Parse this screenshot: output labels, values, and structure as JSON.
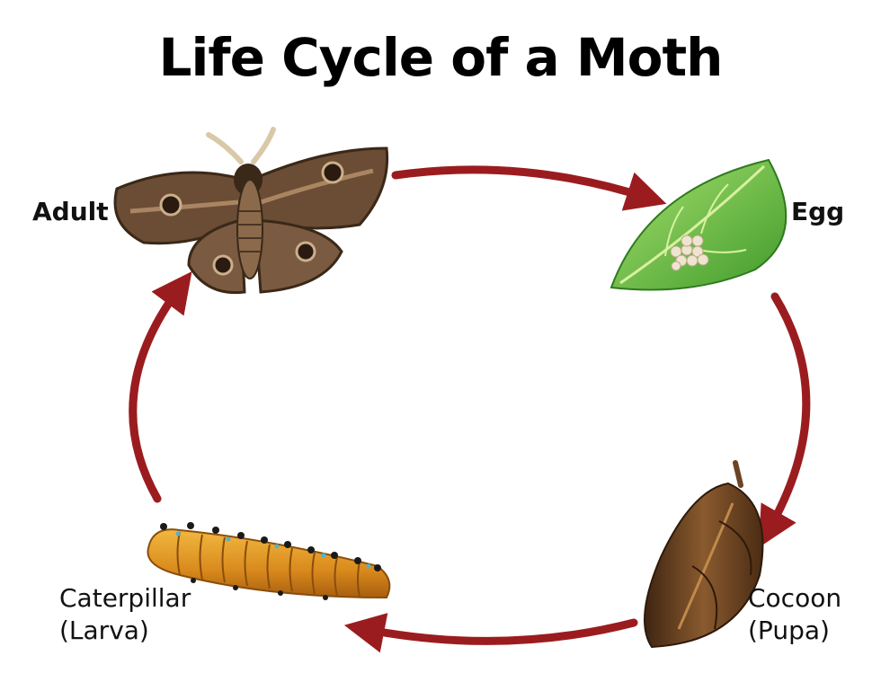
{
  "title": "Life Cycle of a Moth",
  "stages": {
    "adult": {
      "label": "Adult",
      "icon": "moth-icon"
    },
    "egg": {
      "label": "Egg",
      "icon": "leaf-eggs-icon"
    },
    "cocoon": {
      "label_line1": "Cocoon",
      "label_line2": "(Pupa)",
      "icon": "cocoon-icon"
    },
    "caterpillar": {
      "label_line1": "Caterpillar",
      "label_line2": "(Larva)",
      "icon": "caterpillar-icon"
    }
  },
  "colors": {
    "arrow": "#9b1c1f",
    "leaf_light": "#8fd35a",
    "leaf_dark": "#3f9b2a",
    "moth_dark": "#4a3526",
    "moth_mid": "#7a5a40",
    "moth_light": "#a98562",
    "cocoon": "#6b4425",
    "caterpillar": "#e09a2a"
  }
}
